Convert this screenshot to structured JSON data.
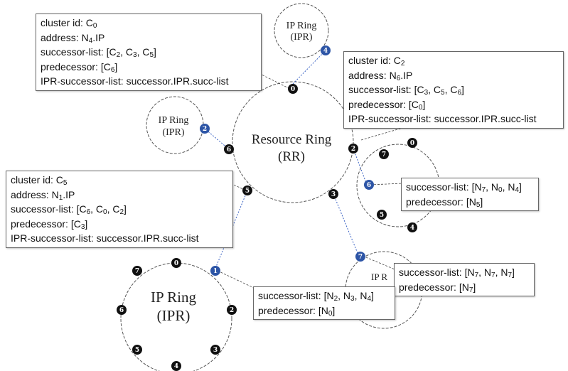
{
  "rings": {
    "resource": {
      "name": "Resource Ring",
      "abbr": "(RR)",
      "nodes": [
        "0",
        "2",
        "3",
        "5",
        "6"
      ]
    },
    "ipr_top": {
      "name": "IP Ring",
      "abbr": "(IPR)",
      "nodes": [
        "4"
      ]
    },
    "ipr_left": {
      "name": "IP Ring",
      "abbr": "(IPR)",
      "nodes": [
        "2"
      ]
    },
    "ipr_right_upper": {
      "name": "",
      "abbr": "",
      "nodes": [
        "0",
        "7",
        "6",
        "5",
        "4"
      ]
    },
    "ipr_right_lower": {
      "name": "IP R",
      "abbr": "",
      "nodes": [
        "7"
      ]
    },
    "ipr_bottom": {
      "name": "IP Ring",
      "abbr": "(IPR)",
      "nodes": [
        "0",
        "1",
        "2",
        "3",
        "4",
        "5",
        "6",
        "7"
      ]
    }
  },
  "callouts": {
    "c0": {
      "line1": "cluster id: C",
      "line1_sub": "0",
      "line2": "address: N",
      "line2_sub": "4",
      "line2_tail": ".IP",
      "line3_pre": "successor-list: [C",
      "line3_s1": "2",
      "line3_m1": ", C",
      "line3_s2": "3",
      "line3_m2": ", C",
      "line3_s3": "5",
      "line3_end": "]",
      "line4_pre": "predecessor: [C",
      "line4_sub": "6",
      "line4_end": "]",
      "line5": "IPR-successor-list: successor.IPR.succ-list"
    },
    "c2": {
      "line1": "cluster id: C",
      "line1_sub": "2",
      "line2": "address: N",
      "line2_sub": "6",
      "line2_tail": ".IP",
      "line3_pre": "successor-list: [C",
      "line3_s1": "3",
      "line3_m1": ", C",
      "line3_s2": "5",
      "line3_m2": ", C",
      "line3_s3": "6",
      "line3_end": "]",
      "line4_pre": "predecessor: [C",
      "line4_sub": "0",
      "line4_end": "]",
      "line5": "IPR-successor-list: successor.IPR.succ-list"
    },
    "c5": {
      "line1": "cluster id: C",
      "line1_sub": "5",
      "line2": "address: N",
      "line2_sub": "1",
      "line2_tail": ".IP",
      "line3_pre": "successor-list: [C",
      "line3_s1": "6",
      "line3_m1": ", C",
      "line3_s2": "0",
      "line3_m2": ", C",
      "line3_s3": "2",
      "line3_end": "]",
      "line4_pre": "predecessor: [C",
      "line4_sub": "3",
      "line4_end": "]",
      "line5": "IPR-successor-list: successor.IPR.succ-list"
    },
    "n6": {
      "line1_pre": "successor-list: [N",
      "line1_s1": "7",
      "line1_m1": ", N",
      "line1_s2": "0",
      "line1_m2": ", N",
      "line1_s3": "4",
      "line1_end": "]",
      "line2_pre": "predecessor: [N",
      "line2_sub": "5",
      "line2_end": "]"
    },
    "n7": {
      "line1_pre": "successor-list: [N",
      "line1_s1": "7",
      "line1_m1": ", N",
      "line1_s2": "7",
      "line1_m2": ", N",
      "line1_s3": "7",
      "line1_end": "]",
      "line2_pre": "predecessor: [N",
      "line2_sub": "7",
      "line2_end": "]"
    },
    "n1": {
      "line1_pre": "successor-list: [N",
      "line1_s1": "2",
      "line1_m1": ", N",
      "line1_s2": "3",
      "line1_m2": ", N",
      "line1_s3": "4",
      "line1_end": "]",
      "line2_pre": "predecessor: [N",
      "line2_sub": "0",
      "line2_end": "]"
    }
  }
}
